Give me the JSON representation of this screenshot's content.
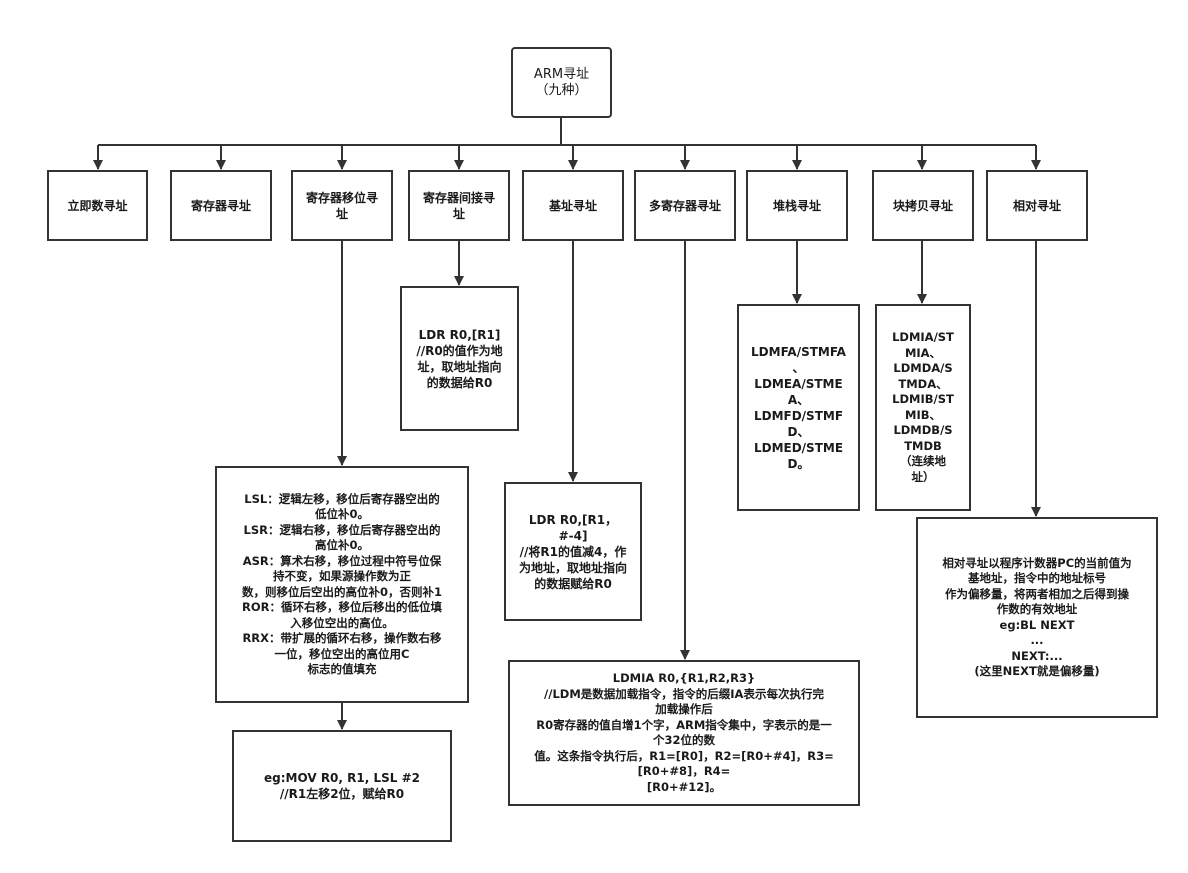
{
  "root": {
    "lines": [
      "ARM寻址",
      "（九种）"
    ]
  },
  "categories": [
    {
      "id": "immediate",
      "lines": [
        "立即数寻址"
      ]
    },
    {
      "id": "register",
      "lines": [
        "寄存器寻址"
      ]
    },
    {
      "id": "register-shift",
      "lines": [
        "寄存器移位寻",
        "址"
      ]
    },
    {
      "id": "register-indirect",
      "lines": [
        "寄存器间接寻",
        "址"
      ]
    },
    {
      "id": "base",
      "lines": [
        "基址寻址"
      ]
    },
    {
      "id": "multi-register",
      "lines": [
        "多寄存器寻址"
      ]
    },
    {
      "id": "stack",
      "lines": [
        "堆栈寻址"
      ]
    },
    {
      "id": "block-copy",
      "lines": [
        "块拷贝寻址"
      ]
    },
    {
      "id": "relative",
      "lines": [
        "相对寻址"
      ]
    }
  ],
  "details": [
    {
      "id": "indirect-detail",
      "lines": [
        "LDR R0,[R1]",
        "//R0的值作为地",
        "址，取地址指向",
        "的数据给R0"
      ]
    },
    {
      "id": "shift-ops",
      "lines": [
        "LSL：逻辑左移，移位后寄存器空出的",
        "低位补0。",
        "LSR：逻辑右移，移位后寄存器空出的",
        "高位补0。",
        "ASR：算术右移，移位过程中符号位保",
        "持不变，如果源操作数为正",
        "数，则移位后空出的高位补0，否则补1",
        "ROR：循环右移，移位后移出的低位填",
        "入移位空出的高位。",
        "RRX：带扩展的循环右移，操作数右移",
        "一位，移位空出的高位用C",
        "标志的值填充"
      ]
    },
    {
      "id": "shift-example",
      "lines": [
        "eg:MOV R0, R1, LSL #2",
        "//R1左移2位，赋给R0"
      ]
    },
    {
      "id": "base-detail",
      "lines": [
        "LDR R0,[R1，",
        "#-4]",
        "//将R1的值减4，作",
        "为地址，取地址指向",
        "的数据赋给R0"
      ]
    },
    {
      "id": "multi-detail",
      "lines": [
        "LDMIA R0,{R1,R2,R3}",
        "//LDM是数据加载指令，指令的后缀IA表示每次执行完",
        "加载操作后",
        "R0寄存器的值自增1个字，ARM指令集中，字表示的是一",
        "个32位的数",
        "值。这条指令执行后，R1=[R0]，R2=[R0+#4]，R3=",
        "[R0+#8]，R4=",
        "[R0+#12]。"
      ]
    },
    {
      "id": "stack-detail",
      "lines": [
        "LDMFA/STMFA",
        "、",
        "LDMEA/STME",
        "A、",
        "LDMFD/STMF",
        "D、",
        "LDMED/STME",
        "D。"
      ]
    },
    {
      "id": "block-detail",
      "lines": [
        "LDMIA/ST",
        "MIA、",
        "LDMDA/S",
        "TMDA、",
        "LDMIB/ST",
        "MIB、",
        "LDMDB/S",
        "TMDB",
        "（连续地",
        "址）"
      ]
    },
    {
      "id": "relative-detail",
      "lines": [
        "相对寻址以程序计数器PC的当前值为",
        "基地址，指令中的地址标号",
        "作为偏移量，将两者相加之后得到操",
        "作数的有效地址",
        "eg:BL NEXT",
        "...",
        "NEXT:...",
        "(这里NEXT就是偏移量)"
      ]
    }
  ]
}
